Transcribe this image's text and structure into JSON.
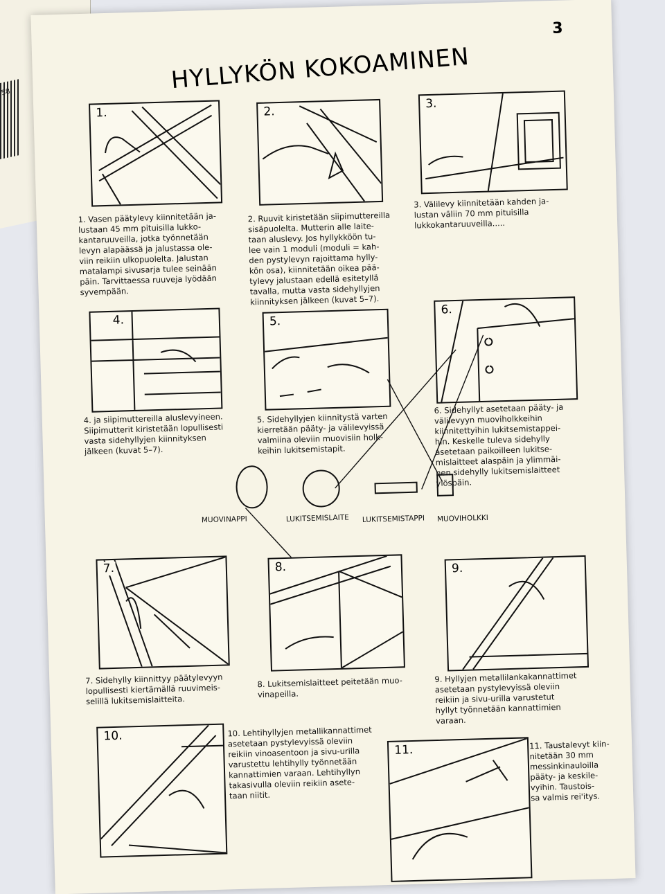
{
  "page_number": "3",
  "title": "HYLLYKÖN KOKOAMINEN",
  "background_text": "58",
  "panels": [
    {
      "num": "1.",
      "caption": "1. Vasen päätylevy kiinnitetään ja-\nlustaan 45 mm pituisilla lukko-\nkantaruuveilla, jotka työnnetään\nlevyn alapäässä ja jalustassa ole-\nviin reikiin ulkopuolelta. Jalustan\nmatalampi sivusarja tulee seinään\npäin. Tarvittaessa ruuveja lyödään\nsyvempään."
    },
    {
      "num": "2.",
      "caption": "2. Ruuvit kiristetään siipimuttereilla\nsisäpuolelta. Mutterin alle laite-\ntaan aluslevy. Jos hyllykköön tu-\nlee vain 1 moduli (moduli = kah-\nden pystylevyn rajoittama hylly-\nkön osa), kiinnitetään oikea pää-\ntylevy jalustaan edellä esitetyllä\ntavalla, mutta vasta sidehyllyjen\nkiinnityksen jälkeen (kuvat 5–7)."
    },
    {
      "num": "3.",
      "caption": "3. Välilevy kiinnitetään kahden ja-\nlustan väliin 70 mm pituisilla\nlukkokantaruuveilla....."
    },
    {
      "num": "4.",
      "caption": "4. ja siipimuttereilla aluslevyineen.\nSiipimutterit kiristetään lopullisesti\nvasta sidehyllyjen kiinnityksen\njälkeen (kuvat 5–7)."
    },
    {
      "num": "5.",
      "caption": "5. Sidehyllyjen kiinnitystä varten\nkierretään pääty- ja välilevyissä\nvalmiina oleviin muovisiin holk-\nkeihin lukitsemistapit."
    },
    {
      "num": "6.",
      "caption": "6. Sidehyllyt asetetaan pääty- ja\nvälilevyyn muoviholkkeihin\nkiinnitettyihin lukitsemistappei-\nhin. Keskelle tuleva sidehylly\nasetetaan paikoilleen lukitse-\nmislaitteet alaspäin ja ylimmäi-\nnen sidehylly lukitsemislaitteet\nylöspäin."
    },
    {
      "num": "7.",
      "caption": "7. Sidehylly kiinnittyy päätylevyyn\nlopullisesti kiertämällä ruuvimeis-\nselillä lukitsemislaitteita."
    },
    {
      "num": "8.",
      "caption": "8. Lukitsemislaitteet peitetään muo-\nvinapeilla."
    },
    {
      "num": "9.",
      "caption": "9. Hyllyjen metallilankakannattimet\nasetetaan pystylevyissä oleviin\nreikiin ja sivu-urilla varustetut\nhyllyt työnnetään kannattimien\nvaraan."
    },
    {
      "num": "10.",
      "caption": "10. Lehtihyllyjen metallikannattimet\nasetetaan pystylevyissä oleviin\nreikiin vinoasentoon ja sivu-urilla\nvarustettu lehtihylly työnnetään\nkannattimien varaan. Lehtihyllyn\ntakasivulla oleviin reikiin asete-\ntaan niitit."
    },
    {
      "num": "11.",
      "caption": "11. Taustalevyt kiin-\nnitetään 30 mm\nmessinkinauloilla\npääty- ja keskile-\nvyihin. Taustois-\nsa valmis rei'itys."
    }
  ],
  "parts": [
    "MUOVINAPPI",
    "LUKITSEMISLAITE",
    "LUKITSEMISTAPPI",
    "MUOVIHOLKKI"
  ]
}
